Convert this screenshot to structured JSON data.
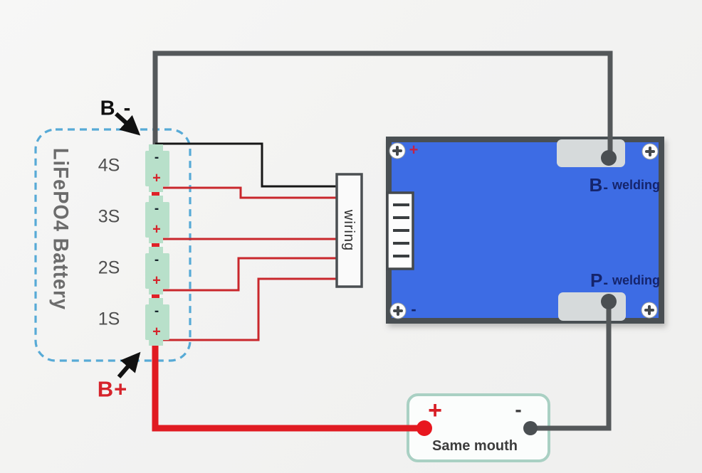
{
  "battery": {
    "name_label": "LiFePO4 Battery",
    "b_minus_label": "B -",
    "b_plus_label": "B+",
    "minus_symbol": "-",
    "plus_symbol": "+",
    "cells": [
      {
        "label": "4S"
      },
      {
        "label": "3S"
      },
      {
        "label": "2S"
      },
      {
        "label": "1S"
      }
    ]
  },
  "wiring_connector": {
    "label": "wiring"
  },
  "bms_board": {
    "plus_marker": "+",
    "minus_marker": "-",
    "b_welding": {
      "letter": "B",
      "minus": "-",
      "word": "welding"
    },
    "p_welding": {
      "letter": "P",
      "minus": "-",
      "word": "welding"
    }
  },
  "output_port": {
    "label": "Same mouth",
    "plus_marker": "+",
    "minus_marker": "-"
  },
  "colors": {
    "wire_red": "#e01b22",
    "wire_dark_gray": "#54585a",
    "wire_thin_red": "#c9272c",
    "wire_black": "#161616",
    "pcb_blue": "#3c6ce4",
    "dashed_outline_blue": "#57aad6",
    "cell_green": "#b8e0ca",
    "pad_gray": "#d6dadb",
    "port_border_mint": "#a9d0c3"
  }
}
